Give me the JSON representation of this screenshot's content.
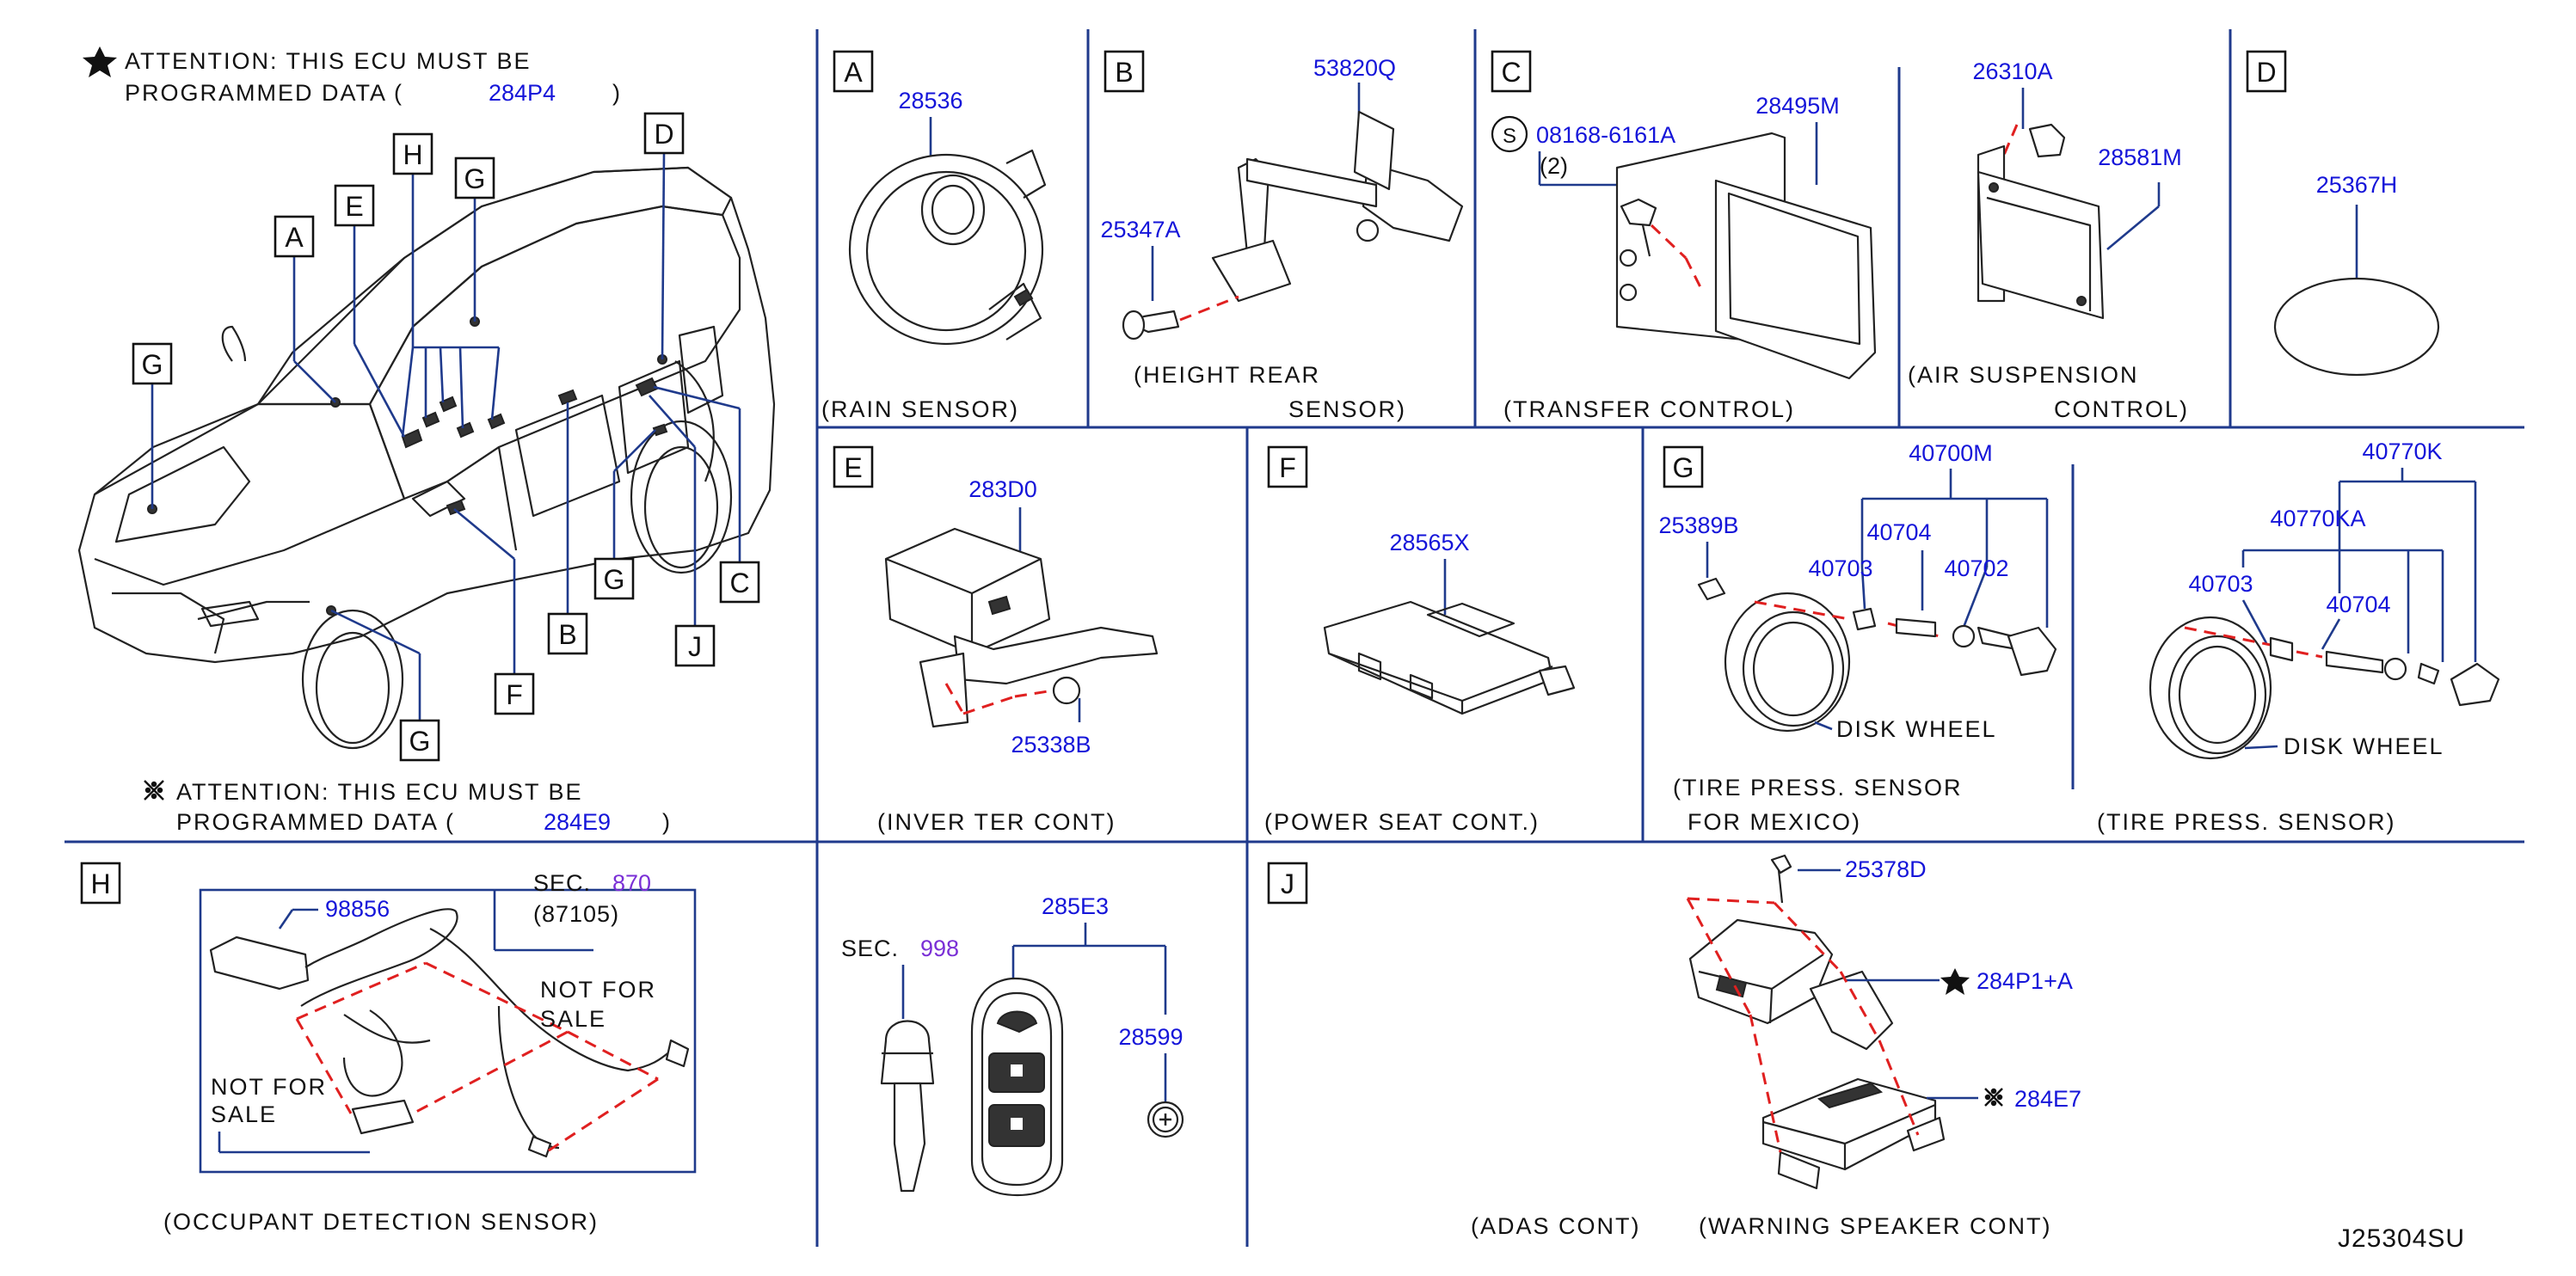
{
  "attention_top": {
    "line1": "ATTENTION:  THIS  ECU  MUST  BE",
    "line2": "PROGRAMMED  DATA  (",
    "code": "284P4",
    "close": ")"
  },
  "attention_bottom": {
    "line1": "ATTENTION:  THIS  ECU  MUST  BE",
    "line2": "PROGRAMMED  DATA  (",
    "code": "284E9",
    "close": ")"
  },
  "vehicle_callouts": [
    "A",
    "E",
    "H",
    "G",
    "D",
    "G",
    "G",
    "F",
    "B",
    "J",
    "C",
    "G"
  ],
  "section_letters": {
    "A": "A",
    "B": "B",
    "C": "C",
    "D": "D",
    "E": "E",
    "F": "F",
    "G": "G",
    "H": "H",
    "J": "J"
  },
  "parts": {
    "rain": "28536",
    "height_link": "53820Q",
    "height_bolt": "25347A",
    "transfer_bolt": "08168-6161A",
    "transfer_bolt_qty": "(2)",
    "transfer_s": "S",
    "transfer_unit": "28495M",
    "air_bolt": "26310A",
    "air_unit": "28581M",
    "d_part": "25367H",
    "inverter": "283D0",
    "inverter_nut": "25338B",
    "power_seat": "28565X",
    "mex_cap": "25389B",
    "mex_set": "40700M",
    "mex_703": "40703",
    "mex_704": "40704",
    "mex_702": "40702",
    "tp_set": "40770K",
    "tp_ka": "40770KA",
    "tp_703": "40703",
    "tp_704": "40704",
    "occ_part": "98856",
    "occ_sec_label": "SEC.",
    "occ_sec_num": "870",
    "occ_sec_ref": "(87105)",
    "key_sec_label": "SEC.",
    "key_sec_num": "998",
    "key_fob": "285E3",
    "key_battery": "28599",
    "adas_bolt": "25378D",
    "adas_unit": "284P1+A",
    "warn_unit": "284E7"
  },
  "captions": {
    "rain": "(RAIN  SENSOR)",
    "height_1": "(HEIGHT   REAR",
    "height_2": "SENSOR)",
    "transfer": "(TRANSFER   CONTROL)",
    "air_1": "(AIR   SUSPENSION",
    "air_2": "CONTROL)",
    "inverter": "(INVER  TER  CONT)",
    "power_seat": "(POWER   SEAT   CONT.)",
    "mex_1": "(TIRE   PRESS.   SENSOR",
    "mex_2": "FOR   MEXICO)",
    "tp": "(TIRE   PRESS.   SENSOR)",
    "disk_wheel_1": "DISK   WHEEL",
    "disk_wheel_2": "DISK   WHEEL",
    "occupant": "(OCCUPANT   DETECTION   SENSOR)",
    "nfs1_a": "NOT   FOR",
    "nfs1_b": "SALE",
    "nfs2_a": "NOT   FOR",
    "nfs2_b": "SALE",
    "adas": "(ADAS   CONT)",
    "warning": "(WARNING   SPEAKER   CONT)"
  },
  "diagram_id": "J25304SU",
  "colors": {
    "part_number": "#1515d9",
    "section_ref": "#7a2fd6",
    "leader": "#1f3a8c",
    "dashed": "#e02020"
  }
}
